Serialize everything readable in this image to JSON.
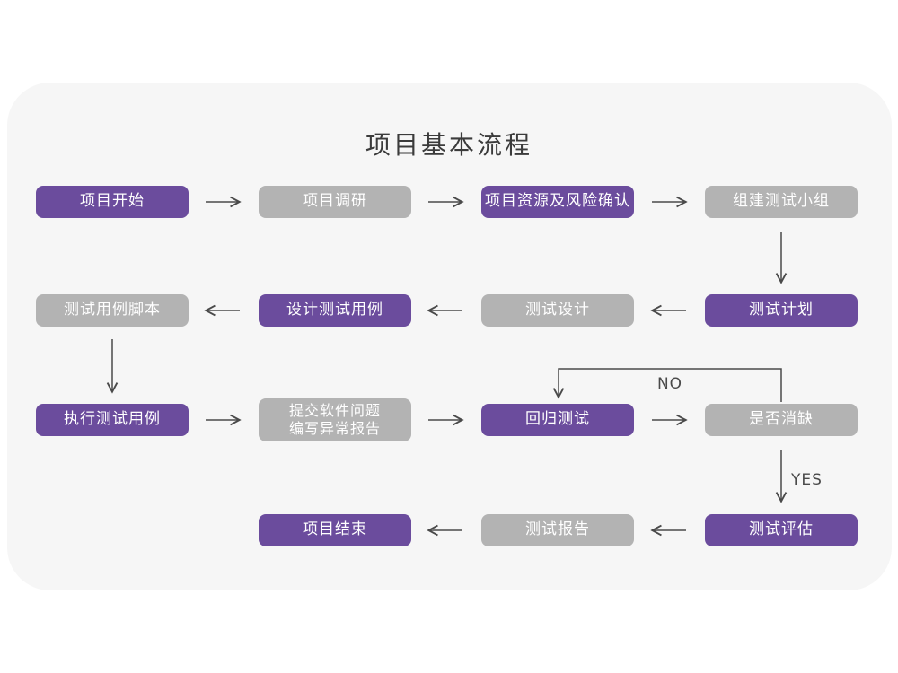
{
  "title": "项目基本流程",
  "colors": {
    "purple": "#6b4c9d",
    "gray": "#b3b3b3",
    "card_bg": "#f6f6f6",
    "arrow": "#4a4a4a",
    "node_text": "#ffffff",
    "title_text": "#3b3b3b"
  },
  "nodes": [
    {
      "id": "project-start",
      "label": "项目开始",
      "variant": "purple"
    },
    {
      "id": "project-research",
      "label": "项目调研",
      "variant": "gray"
    },
    {
      "id": "resources-risk-confirm",
      "label": "项目资源及风险确认",
      "variant": "purple"
    },
    {
      "id": "form-test-team",
      "label": "组建测试小组",
      "variant": "gray"
    },
    {
      "id": "test-plan",
      "label": "测试计划",
      "variant": "purple"
    },
    {
      "id": "test-design",
      "label": "测试设计",
      "variant": "gray"
    },
    {
      "id": "design-test-cases",
      "label": "设计测试用例",
      "variant": "purple"
    },
    {
      "id": "test-case-script",
      "label": "测试用例脚本",
      "variant": "gray"
    },
    {
      "id": "execute-test-cases",
      "label": "执行测试用例",
      "variant": "purple"
    },
    {
      "id": "submit-issue-report",
      "lines": [
        "提交软件问题",
        "编写异常报告"
      ],
      "variant": "gray"
    },
    {
      "id": "regression-test",
      "label": "回归测试",
      "variant": "purple"
    },
    {
      "id": "defect-cleared",
      "label": "是否消缺",
      "variant": "gray"
    },
    {
      "id": "test-evaluation",
      "label": "测试评估",
      "variant": "purple"
    },
    {
      "id": "test-report",
      "label": "测试报告",
      "variant": "gray"
    },
    {
      "id": "project-end",
      "label": "项目结束",
      "variant": "purple"
    }
  ],
  "labels": {
    "no": "NO",
    "yes": "YES"
  }
}
